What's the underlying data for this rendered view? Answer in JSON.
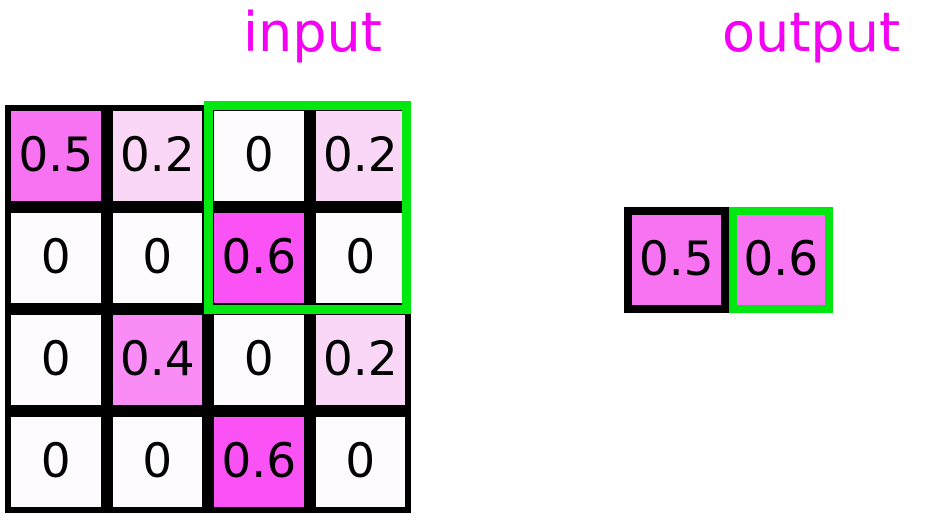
{
  "labels": {
    "input": "input",
    "output": "output"
  },
  "colors": {
    "label": "#f500f5",
    "selection": "#00e810",
    "border": "#000000",
    "background": "#ffffff",
    "value_0": "#fdfbfd",
    "value_02": "#fad6f7",
    "value_04": "#fa8cf5",
    "value_05": "#f773f2",
    "value_06": "#fa52f5"
  },
  "chart_data": {
    "type": "heatmap",
    "title": "input",
    "xlabel": "",
    "ylabel": "",
    "grid": true,
    "rows": 4,
    "cols": 4,
    "values": [
      [
        0.5,
        0.2,
        0,
        0.2
      ],
      [
        0,
        0,
        0.6,
        0
      ],
      [
        0,
        0.4,
        0,
        0.2
      ],
      [
        0,
        0,
        0.6,
        0
      ]
    ]
  },
  "input_grid": {
    "rows": [
      {
        "cells": [
          {
            "text": "0.5",
            "tone": "v05"
          },
          {
            "text": "0.2",
            "tone": "v02"
          },
          {
            "text": "0",
            "tone": "v0"
          },
          {
            "text": "0.2",
            "tone": "v02"
          }
        ]
      },
      {
        "cells": [
          {
            "text": "0",
            "tone": "v0"
          },
          {
            "text": "0",
            "tone": "v0"
          },
          {
            "text": "0.6",
            "tone": "v06"
          },
          {
            "text": "0",
            "tone": "v0"
          }
        ]
      },
      {
        "cells": [
          {
            "text": "0",
            "tone": "v0"
          },
          {
            "text": "0.4",
            "tone": "v04"
          },
          {
            "text": "0",
            "tone": "v0"
          },
          {
            "text": "0.2",
            "tone": "v02"
          }
        ]
      },
      {
        "cells": [
          {
            "text": "0",
            "tone": "v0"
          },
          {
            "text": "0",
            "tone": "v0"
          },
          {
            "text": "0.6",
            "tone": "v06"
          },
          {
            "text": "0",
            "tone": "v0"
          }
        ]
      }
    ]
  },
  "output_grid": {
    "rows": [
      {
        "cells": [
          {
            "text": "0.5",
            "tone": "v05",
            "selected": false
          },
          {
            "text": "0.6",
            "tone": "v05",
            "selected": true
          }
        ]
      }
    ]
  }
}
